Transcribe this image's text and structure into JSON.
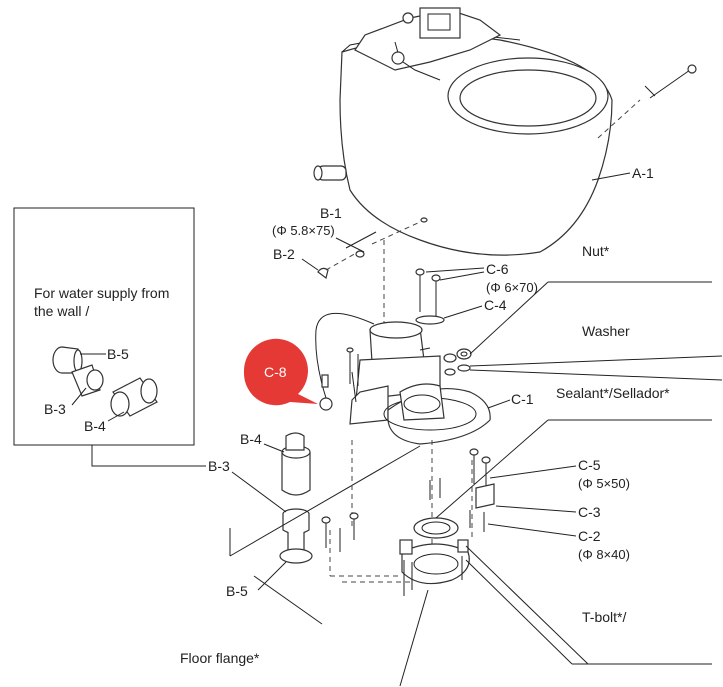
{
  "labels": {
    "a1": "A-1",
    "b1": "B-1",
    "b1_dim": "(Φ 5.8×75)",
    "b2": "B-2",
    "nut": "Nut*",
    "c6": "C-6",
    "c6_dim": "(Φ 6×70)",
    "c4": "C-4",
    "washer": "Washer",
    "c8": "C-8",
    "sealant": "Sealant*/Sellador*",
    "c1": "C-1",
    "b4_upper": "B-4",
    "b3_mid": "B-3",
    "c5": "C-5",
    "c5_dim": "(Φ 5×50)",
    "c3": "C-3",
    "c2": "C-2",
    "c2_dim": "(Φ 8×40)",
    "b5_lower": "B-5",
    "tbolt": "T-bolt*/",
    "floor_flange": "Floor flange*"
  },
  "inset": {
    "title_line1": "For water supply from",
    "title_line2": "the wall /",
    "b5": "B-5",
    "b3": "B-3",
    "b4": "B-4"
  },
  "colors": {
    "badge": "#e53935"
  }
}
